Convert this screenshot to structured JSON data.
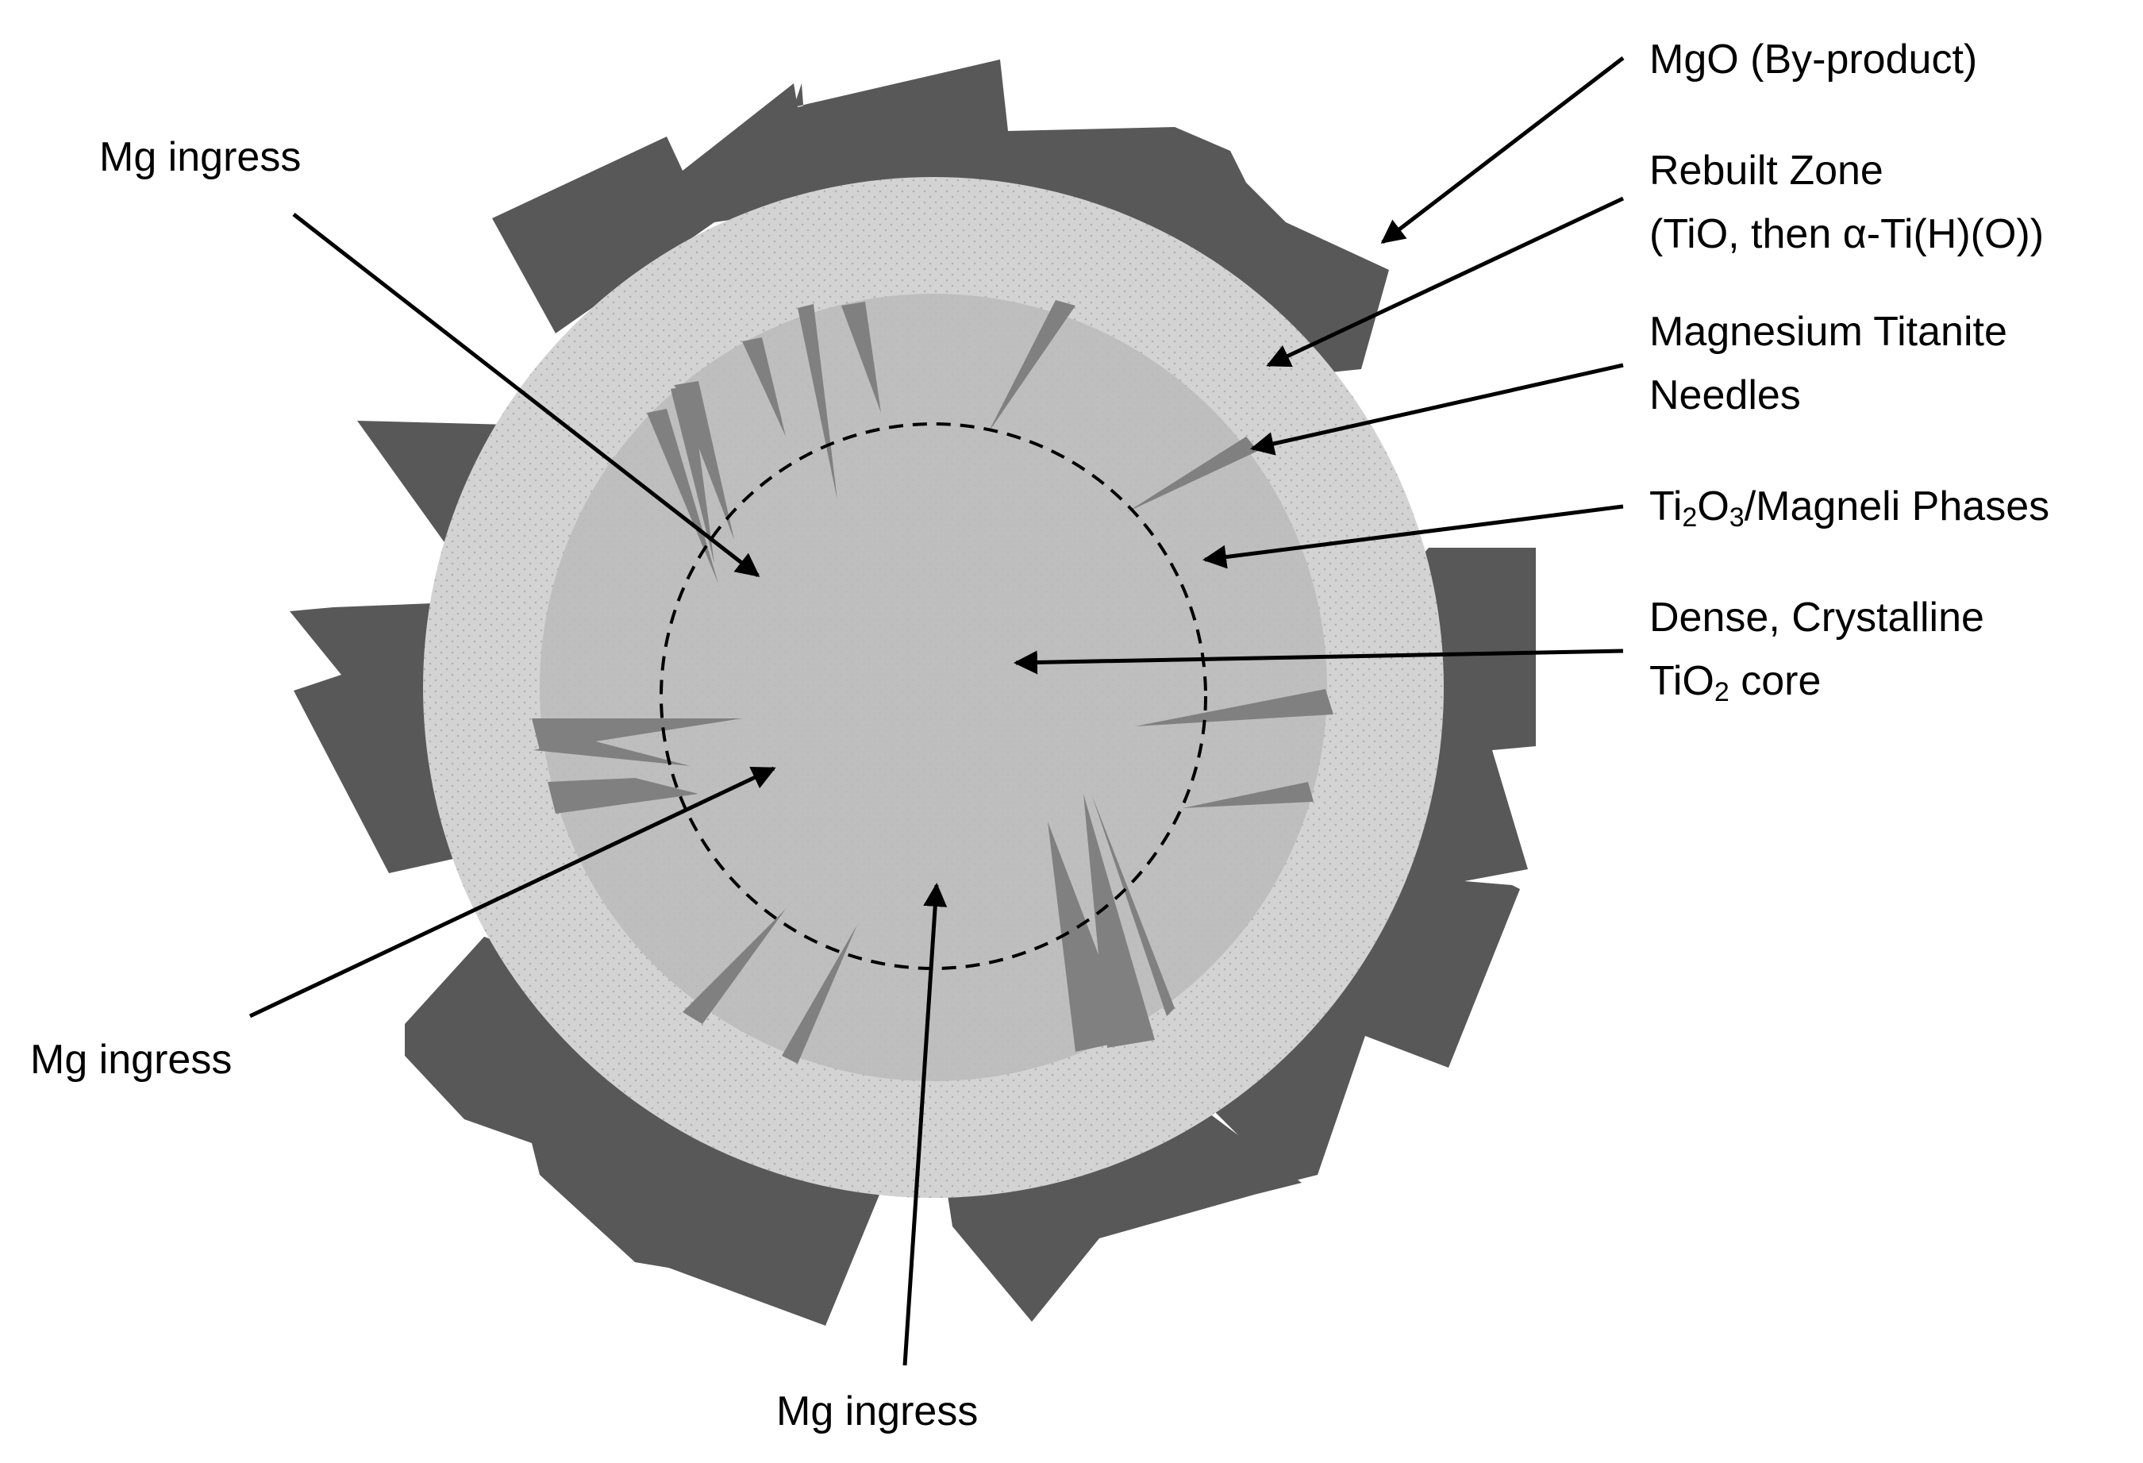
{
  "labels": {
    "mgo": "MgO (By-product)",
    "rebuilt_line1": "Rebuilt Zone",
    "rebuilt_line2": "(TiO, then α-Ti(H)(O))",
    "titanite_line1": "Magnesium Titanite",
    "titanite_line2": "Needles",
    "magneli": {
      "pre": "Ti",
      "sub1": "2",
      "mid": "O",
      "sub2": "3",
      "post": "/Magneli Phases"
    },
    "core_line1": "Dense, Crystalline",
    "core_line2": {
      "pre": "TiO",
      "sub": "2",
      "post": " core"
    },
    "mg_ingress_top_left": "Mg ingress",
    "mg_ingress_bottom_left": "Mg ingress",
    "mg_ingress_bottom": "Mg ingress"
  },
  "colors": {
    "mgo_shell": "#585858",
    "rebuilt_zone": "#d3d3d3",
    "inner_zone": "#bebebe",
    "needles": "#808080",
    "arrows": "#000000",
    "core_boundary": "#000000"
  }
}
